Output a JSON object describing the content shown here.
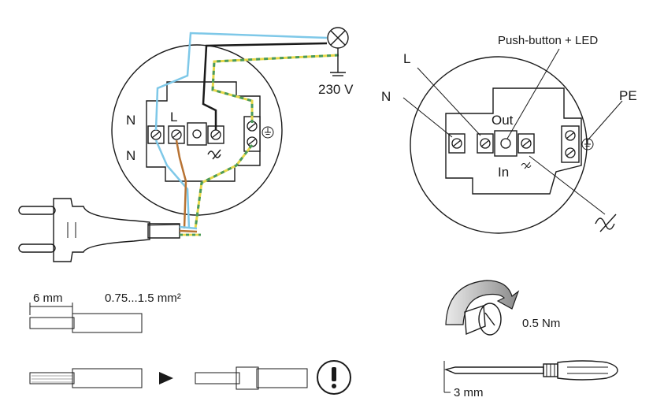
{
  "left_diagram": {
    "label_n_top": "N",
    "label_n_bottom": "N",
    "label_l": "L",
    "lamp_voltage": "230 V"
  },
  "right_diagram": {
    "label_push_button": "Push-button + LED",
    "label_l": "L",
    "label_n": "N",
    "label_pe": "PE",
    "label_out": "Out",
    "label_in": "In"
  },
  "strip": {
    "length": "6 mm",
    "cross_section": "0.75...1.5 mm²"
  },
  "tools": {
    "torque": "0.5 Nm",
    "blade_width": "3 mm"
  },
  "colors": {
    "neutral_wire": "#7ec8e8",
    "phase_wire": "#1a1a1a",
    "switched_wire": "#b87333",
    "earth_yellow": "#e8d84a",
    "earth_green": "#4a9a5a",
    "line": "#1a1a1a",
    "insulation_dark": "#7a7a7a",
    "insulation_light": "#d0d0d0"
  },
  "icons": [
    "lamp-icon",
    "earth-icon",
    "switch-symbol-icon",
    "plug-icon",
    "warning-icon",
    "torque-arrow-icon",
    "screw-icon",
    "screwdriver-icon"
  ]
}
